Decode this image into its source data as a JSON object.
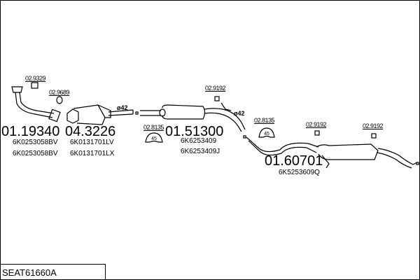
{
  "diagram_code": "SEAT61660A",
  "parts": [
    {
      "number": "01.19340",
      "oem": [
        "6K0253058BV",
        "6K0253058BV"
      ]
    },
    {
      "number": "04.3226",
      "oem": [
        "6K0131701LV",
        "6K0131701LX"
      ]
    },
    {
      "number": "01.51300",
      "oem": [
        "6K6253409",
        "6K6253409J"
      ]
    },
    {
      "number": "01.60701",
      "oem": [
        "6K5253609Q"
      ]
    }
  ],
  "accessories": {
    "a1": "02.9329",
    "a2": "02.9689",
    "a3": "02.8135",
    "a4": "02.9192",
    "a5": "02.8135",
    "a6": "02.9192",
    "a7": "02.9192"
  },
  "diameters": {
    "d1": "ø42",
    "d2": "ø42"
  },
  "ring_badge": "45"
}
